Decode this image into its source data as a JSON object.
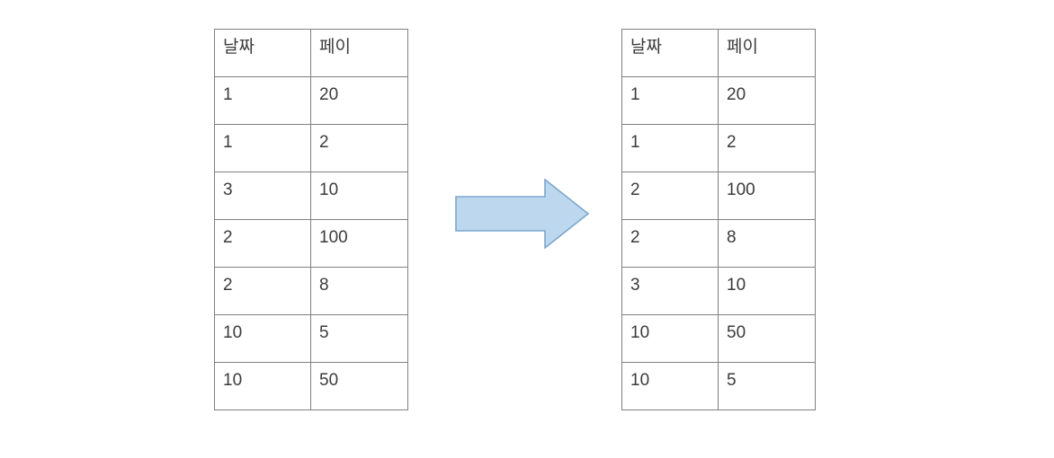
{
  "background_color": "#FFFFFF",
  "text_color": "#3B3B3B",
  "table_border_color": "#808080",
  "arrow": {
    "name": "right-block-arrow",
    "fill_color": "#BDD7EE",
    "stroke_color": "#7BA7CC",
    "direction": "right"
  },
  "tables": [
    {
      "id": "table-left",
      "name": "unsorted-table",
      "columns": [
        "날짜",
        "페이"
      ],
      "rows": [
        [
          "1",
          "20"
        ],
        [
          "1",
          "2"
        ],
        [
          "3",
          "10"
        ],
        [
          "2",
          "100"
        ],
        [
          "2",
          "8"
        ],
        [
          "10",
          "5"
        ],
        [
          "10",
          "50"
        ]
      ]
    },
    {
      "id": "table-right",
      "name": "sorted-table",
      "columns": [
        "날짜",
        "페이"
      ],
      "rows": [
        [
          "1",
          "20"
        ],
        [
          "1",
          "2"
        ],
        [
          "2",
          "100"
        ],
        [
          "2",
          "8"
        ],
        [
          "3",
          "10"
        ],
        [
          "10",
          "50"
        ],
        [
          "10",
          "5"
        ]
      ]
    }
  ]
}
